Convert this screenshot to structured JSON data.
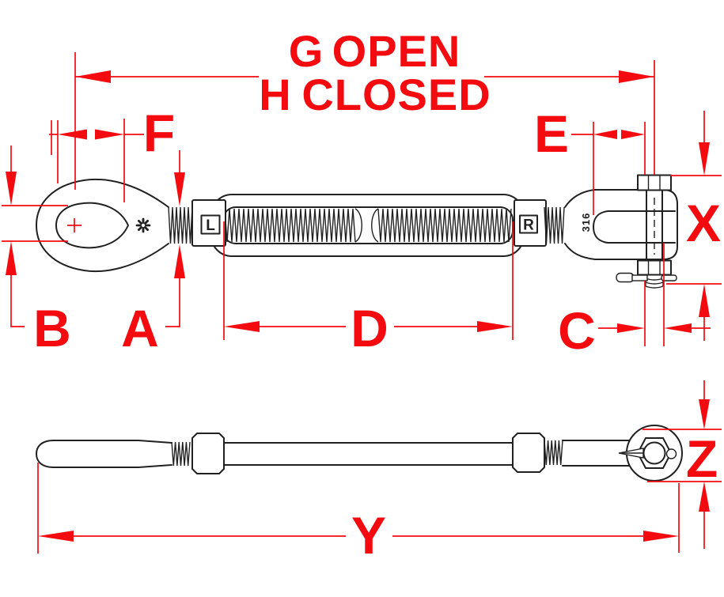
{
  "colors": {
    "dimension_red": "#f30b10",
    "line_color": "#212121",
    "background": "#ffffff"
  },
  "dimension_labels": {
    "g": "G",
    "g_word": "OPEN",
    "h": "H",
    "h_word": "CLOSED",
    "f": "F",
    "e": "E",
    "x": "X",
    "b": "B",
    "a": "A",
    "d": "D",
    "c": "C",
    "y": "Y",
    "z": "Z"
  },
  "part_markings": {
    "left_nut": "L",
    "right_nut": "R",
    "jaw_stamp": "316"
  },
  "icons": {
    "eye_mark": "sunburst-mark-icon",
    "eye_center": "center-cross-icon"
  }
}
